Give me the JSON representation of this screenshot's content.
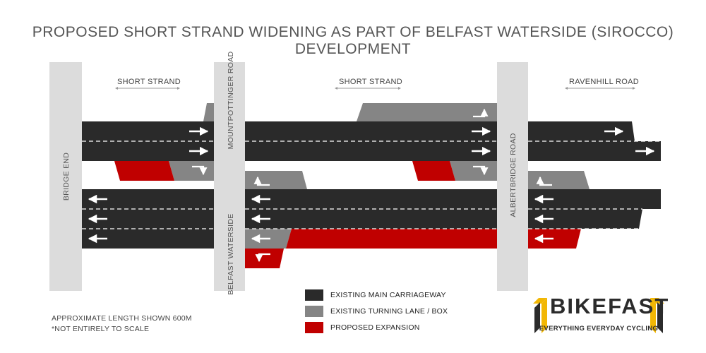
{
  "title": "PROPOSED SHORT STRAND WIDENING AS PART OF BELFAST WATERSIDE (SIROCCO) DEVELOPMENT",
  "labels": {
    "short_strand_left": "SHORT STRAND",
    "short_strand_mid": "SHORT STRAND",
    "ravenhill_road": "RAVENHILL ROAD",
    "bridge_end": "BRIDGE END",
    "mountpottinger_road": "MOUNTPOTTINGER ROAD",
    "belfast_waterside": "BELFAST WATERSIDE",
    "albertbridge_road": "ALBERTBRIDGE ROAD"
  },
  "legend": [
    {
      "label": "EXISTING MAIN CARRIAGEWAY",
      "color": "#2a2a2a"
    },
    {
      "label": "EXISTING TURNING LANE / BOX",
      "color": "#858585"
    },
    {
      "label": "PROPOSED EXPANSION",
      "color": "#c00000"
    }
  ],
  "notes": {
    "length": "APPROXIMATE LENGTH SHOWN 600M",
    "scale": "*NOT ENTIRELY TO SCALE"
  },
  "brand": {
    "name": "BIKEFAST",
    "tagline": "EVERYTHING EVERYDAY CYCLING",
    "accent_color": "#f2b705",
    "text_color": "#2b2b2b"
  },
  "colors": {
    "carriageway": "#2a2a2a",
    "turning": "#858585",
    "expansion": "#c00000",
    "junction": "#dcdcdc",
    "marking": "#ffffff"
  }
}
